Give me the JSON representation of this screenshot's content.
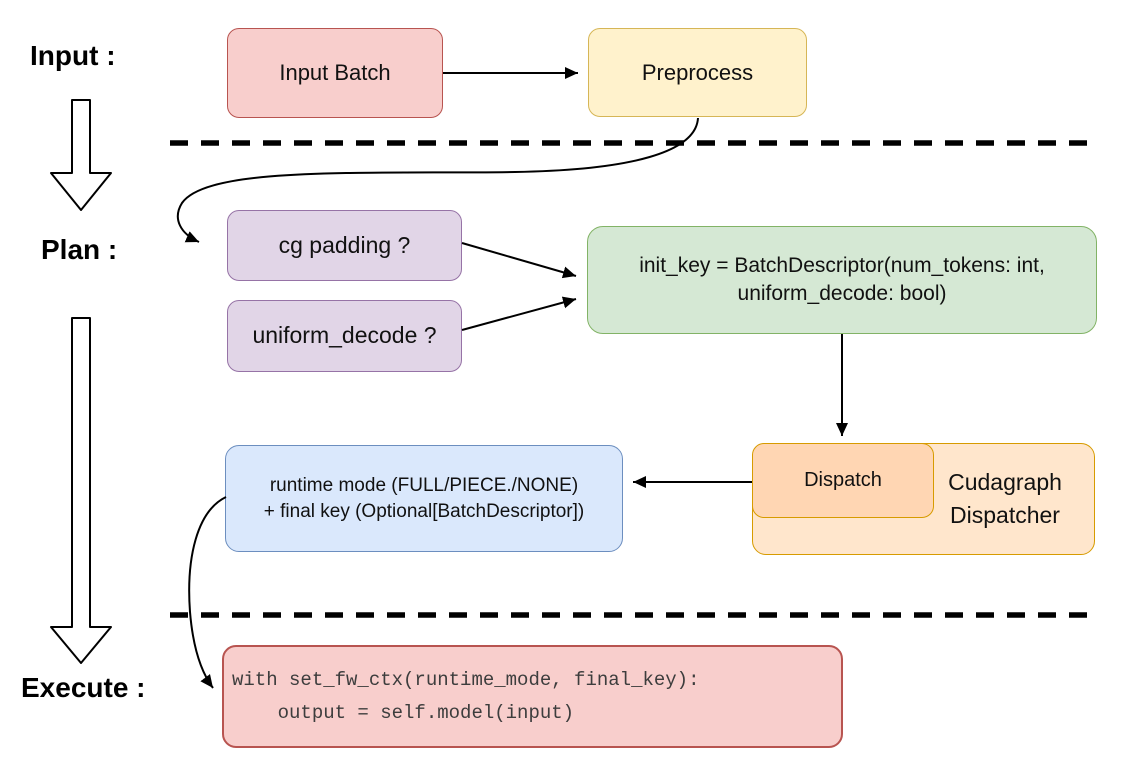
{
  "palette": {
    "red_fill": "#f8cecc",
    "red_stroke": "#b85450",
    "yellow_fill": "#fff2cc",
    "yellow_stroke": "#d6b656",
    "purple_fill": "#e1d5e7",
    "purple_stroke": "#9673a6",
    "green_fill": "#d5e8d4",
    "green_stroke": "#82b366",
    "blue_fill": "#dae8fc",
    "blue_stroke": "#6c8ebf",
    "orange_fill": "#ffe6cc",
    "orange_inner_fill": "#ffd6b3",
    "orange_stroke": "#d79b00",
    "connector_color": "#000000",
    "background": "#ffffff"
  },
  "stages": {
    "input": "Input :",
    "plan": "Plan :",
    "execute": "Execute :"
  },
  "nodes": {
    "input_batch": {
      "label": "Input Batch"
    },
    "preprocess": {
      "label": "Preprocess"
    },
    "cg_padding": {
      "label": "cg padding ?"
    },
    "uniform_decode": {
      "label": "uniform_decode ?"
    },
    "init_key": {
      "line1": "init_key = BatchDescriptor(num_tokens: int,",
      "line2": "uniform_decode: bool)"
    },
    "runtime_mode": {
      "line1": "runtime mode (FULL/PIECE./NONE)",
      "line2": "+ final key (Optional[BatchDescriptor])"
    },
    "dispatch": {
      "label": "Dispatch"
    },
    "cudagraph_dispatcher": {
      "label": "Cudagraph Dispatcher"
    },
    "execute_code": {
      "line1": "with set_fw_ctx(runtime_mode, final_key):",
      "line2": "    output = self.model(input)"
    }
  }
}
